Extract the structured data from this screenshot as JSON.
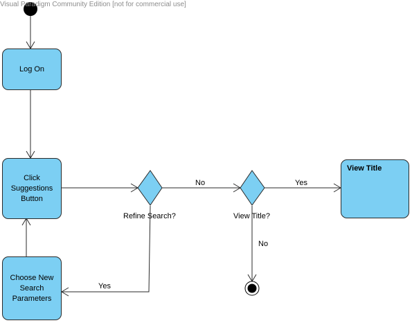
{
  "watermark": "Visual Paradigm Community Edition [not for commercial use]",
  "nodes": {
    "log_on": "Log On",
    "click_suggestions": [
      "Click",
      "Suggestions",
      "Button"
    ],
    "choose_new": [
      "Choose New",
      "Search",
      "Parameters"
    ],
    "view_title": "View Title"
  },
  "decisions": {
    "refine_search": "Refine Search?",
    "view_title_q": "View Title?"
  },
  "edges": {
    "no_1": "No",
    "yes_1": "Yes",
    "no_2": "No",
    "yes_2": "Yes"
  },
  "colors": {
    "node_fill": "#7ccff3",
    "stroke": "#2a2a2a"
  }
}
